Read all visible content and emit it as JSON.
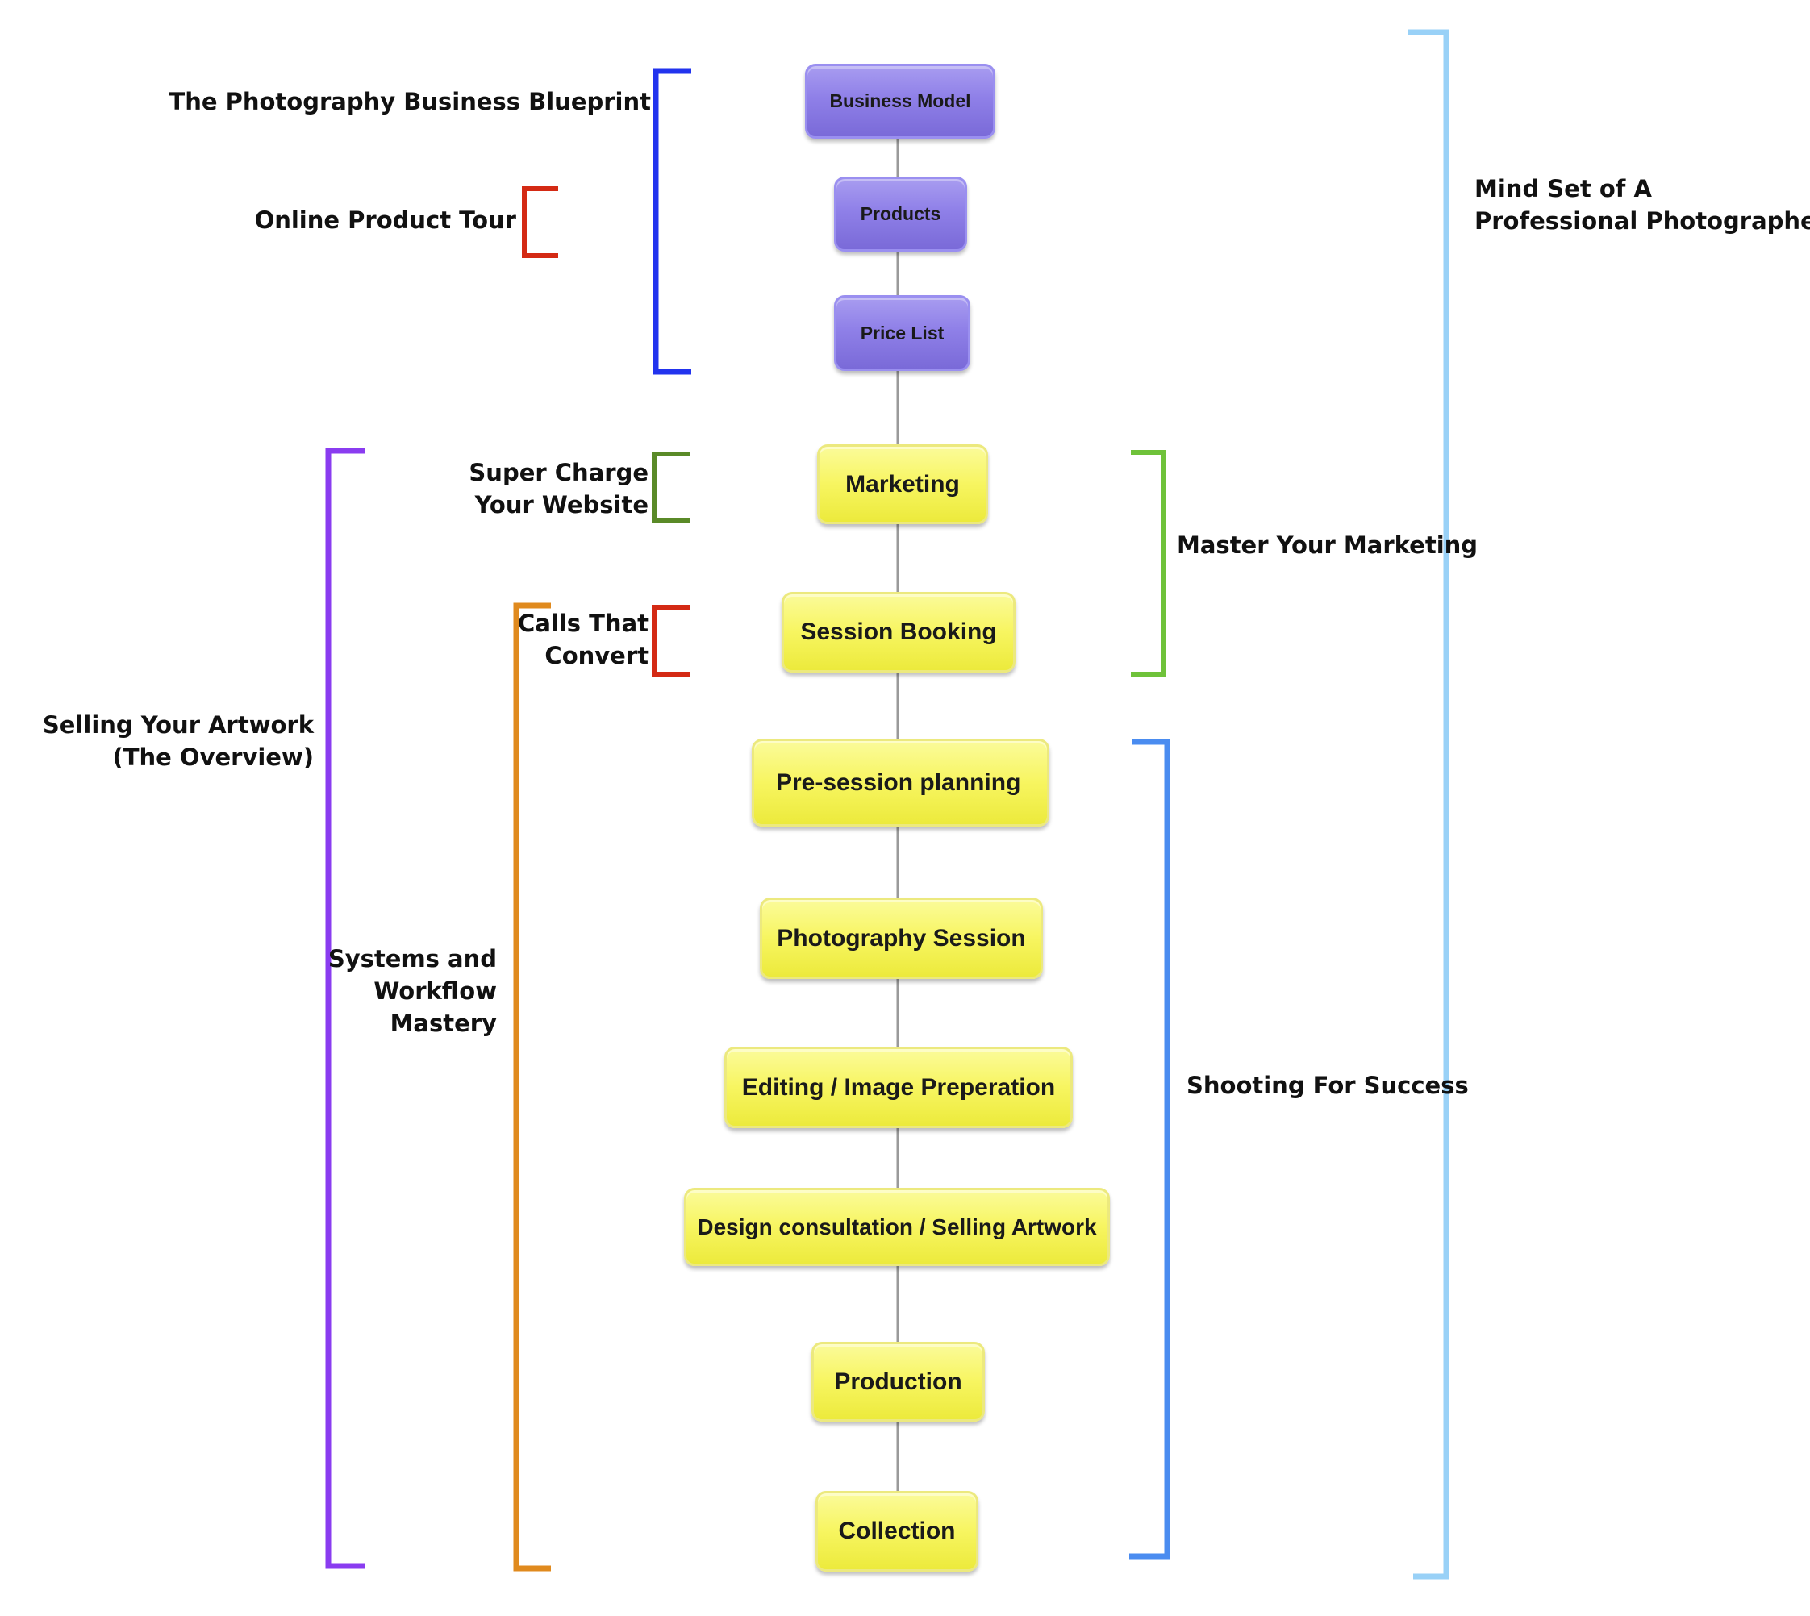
{
  "nodes": {
    "business_model": "Business Model",
    "products": "Products",
    "price_list": "Price List",
    "marketing": "Marketing",
    "session_booking": "Session Booking",
    "pre_session_planning": "Pre-session planning",
    "photography_session": "Photography Session",
    "editing": "Editing / Image Preperation",
    "design_consultation": "Design consultation / Selling Artwork",
    "production": "Production",
    "collection": "Collection"
  },
  "labels": {
    "blueprint": "The Photography Business Blueprint",
    "product_tour": "Online Product Tour",
    "super_charge_1": "Super Charge",
    "super_charge_2": "Your Website",
    "calls_1": "Calls That",
    "calls_2": "Convert",
    "selling_1": "Selling Your Artwork",
    "selling_2": "(The Overview)",
    "systems_1": "Systems and",
    "systems_2": "Workflow",
    "systems_3": "Mastery",
    "mindset_1": "Mind Set of A",
    "mindset_2": "Professional Photographer",
    "master_marketing": "Master Your Marketing",
    "shooting": "Shooting For Success"
  },
  "colors": {
    "blueprint_bracket": "#2233ee",
    "product_tour_bracket": "#d42a14",
    "super_charge_bracket": "#5a8a28",
    "calls_bracket": "#d42a14",
    "selling_bracket": "#8a3cf0",
    "systems_bracket": "#e08a1e",
    "mindset_bracket": "#99d1f7",
    "master_marketing_bracket": "#6fc23a",
    "shooting_bracket": "#4a8cf0",
    "connector": "#999999",
    "purple_node": "#8f80e8",
    "yellow_node": "#f7f560"
  }
}
